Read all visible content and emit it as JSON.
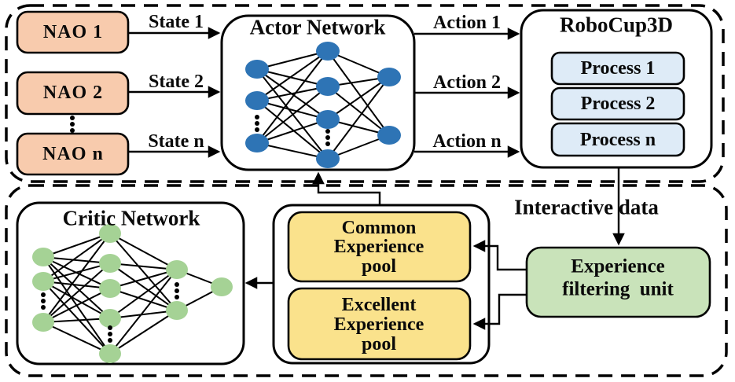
{
  "colors": {
    "nao_fill": "#F8CBAD",
    "process_fill": "#DEEBF7",
    "pool_fill": "#FAE28C",
    "filter_fill": "#C9E3BA",
    "actor_node": "#2E74B5",
    "critic_node": "#A5D295",
    "line": "#000000"
  },
  "top_section": {
    "agents": [
      "NAO 1",
      "NAO 2",
      "NAO n"
    ],
    "states": [
      "State 1",
      "State 2",
      "State n"
    ],
    "actor_title": "Actor Network",
    "actions": [
      "Action 1",
      "Action 2",
      "Action n"
    ],
    "simulator_title": "RoboCup3D",
    "processes": [
      "Process 1",
      "Process 2",
      "Process n"
    ]
  },
  "bottom_section": {
    "critic_title": "Critic Network",
    "common_pool": [
      "Common",
      "Experience",
      "pool"
    ],
    "excellent_pool": [
      "Excellent",
      "Experience",
      "pool"
    ],
    "filter_unit": [
      "Experience",
      "filtering  unit"
    ],
    "interactive_data": "Interactive data"
  }
}
